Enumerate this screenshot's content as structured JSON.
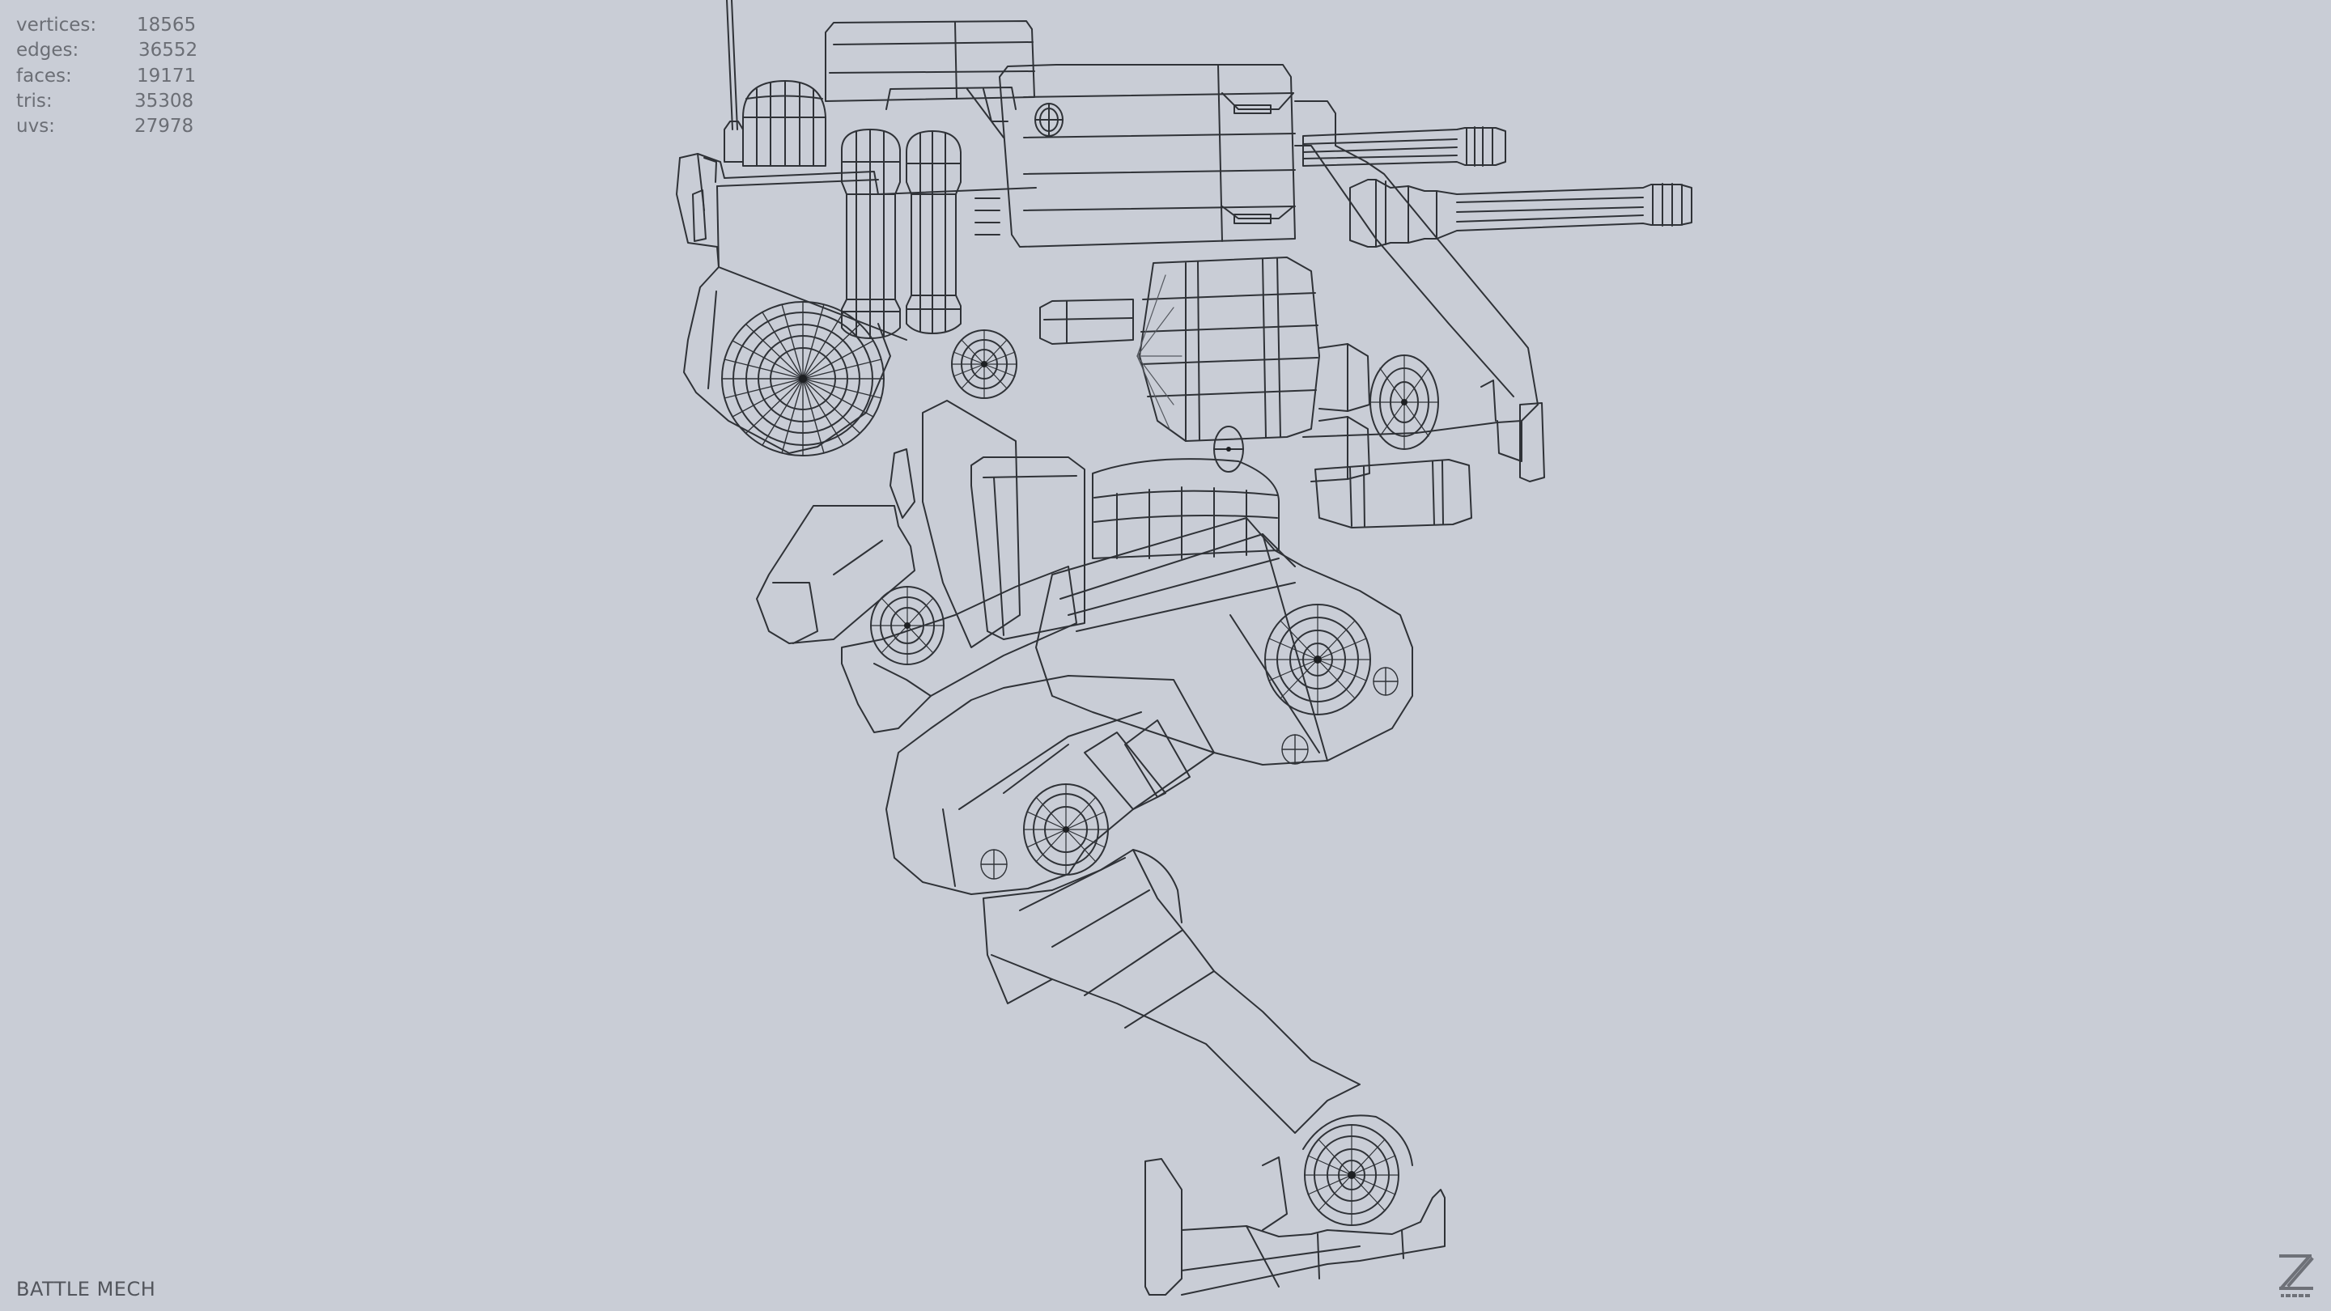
{
  "viewport": {
    "background_color": "#c9cdd6",
    "wire_color": "#2f3237",
    "wire_light_color": "#80848c"
  },
  "stats": {
    "text_color": "#6b6e75",
    "rows": [
      {
        "label": "vertices:",
        "value": "18565"
      },
      {
        "label": "edges:",
        "value": "36552"
      },
      {
        "label": "faces:",
        "value": "19171"
      },
      {
        "label": "tris:",
        "value": "35308"
      },
      {
        "label": "uvs:",
        "value": "27978"
      }
    ]
  },
  "model": {
    "name": "BATTLE MECH",
    "render_mode": "wireframe"
  },
  "logo": {
    "icon": "z-logo-icon",
    "color": "#6e7178"
  }
}
